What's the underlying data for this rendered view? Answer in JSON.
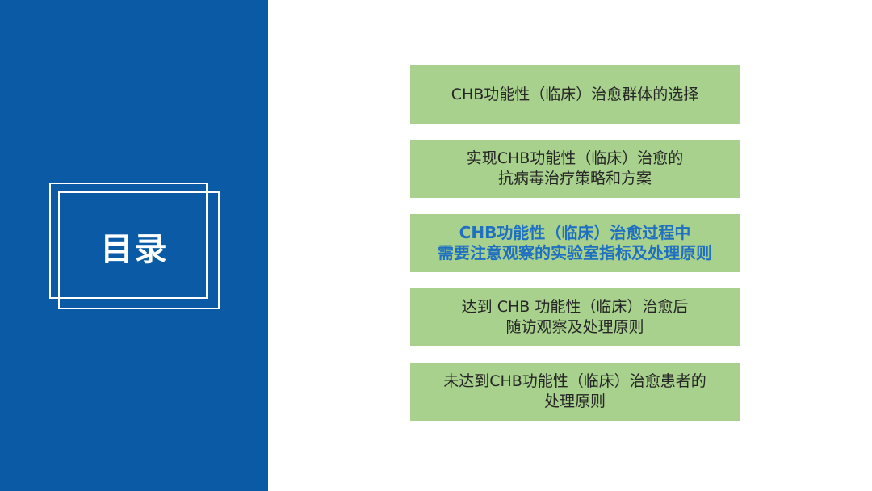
{
  "title": "目录",
  "items": [
    {
      "line1": "CHB功能性（临床）治愈群体的选择",
      "line2": ""
    },
    {
      "line1": "实现CHB功能性（临床）治愈的",
      "line2": "抗病毒治疗策略和方案"
    },
    {
      "line1": "CHB功能性（临床）治愈过程中",
      "line2": "需要注意观察的实验室指标及处理原则"
    },
    {
      "line1": "达到 CHB 功能性（临床）治愈后",
      "line2": "随访观察及处理原则"
    },
    {
      "line1": "未达到CHB功能性（临床）治愈患者的",
      "line2": "处理原则"
    }
  ],
  "active_index": 2,
  "colors": {
    "panel": "#0b5aa6",
    "item_bg": "#a9d18e",
    "active_text": "#1f70c1",
    "text": "#262626"
  }
}
